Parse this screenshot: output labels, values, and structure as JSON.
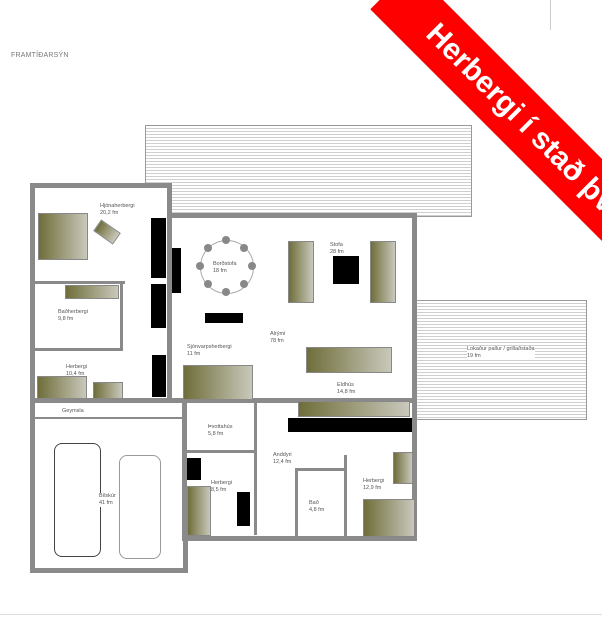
{
  "title": "FRAMTÍÐARSÝN",
  "banner": {
    "text": "Herbergi í stað þvotta",
    "color": "#ff0000"
  },
  "colors": {
    "furniture": "#6f6e3a",
    "walls": "#8a8a8a"
  },
  "rooms": [
    {
      "name": "Hjónaherbergi",
      "area": "20,2 fm"
    },
    {
      "name": "Borðstofa",
      "area": "18 fm"
    },
    {
      "name": "Stofa",
      "area": "28 fm"
    },
    {
      "name": "Baðherbergi",
      "area": "9,8 fm"
    },
    {
      "name": "Alrými",
      "area": "78 fm"
    },
    {
      "name": "Sjónvarpsherbergi",
      "area": "11 fm"
    },
    {
      "name": "Herbergi",
      "area": "10,4 fm"
    },
    {
      "name": "Eldhús",
      "area": "14,8 fm"
    },
    {
      "name": "Lokaður pallur / grillaðstaða",
      "area": "19 fm"
    },
    {
      "name": "Geymsla",
      "area": ""
    },
    {
      "name": "Þvottahús",
      "area": "5,8 fm"
    },
    {
      "name": "Bílskúr",
      "area": "41 fm"
    },
    {
      "name": "Herbergi",
      "area": "8,5 fm"
    },
    {
      "name": "Anddyri",
      "area": "12,4 fm"
    },
    {
      "name": "Herbergi",
      "area": "12,9 fm"
    },
    {
      "name": "Bað",
      "area": "4,8 fm"
    }
  ]
}
